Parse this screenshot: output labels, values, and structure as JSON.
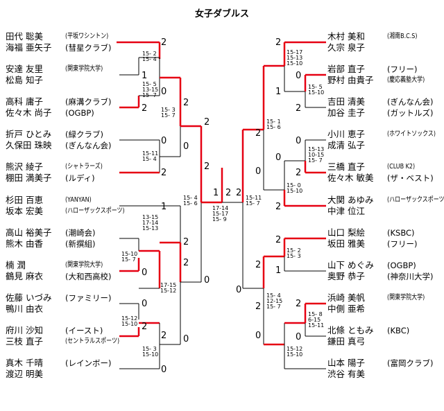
{
  "title": "女子ダブルス",
  "colors": {
    "bracket": "#000000",
    "winner": "#e60012"
  },
  "left_teams": [
    {
      "names": [
        "田代 聡美",
        "海福 亜矢子"
      ],
      "clubs": [
        "(平坂ワシントン)",
        "(彗星クラブ)"
      ]
    },
    {
      "names": [
        "安達 友里",
        "松島 知子"
      ],
      "clubs": [
        "(関東学院大学)",
        ""
      ]
    },
    {
      "names": [
        "高科 庸子",
        "佐々木 尚子"
      ],
      "clubs": [
        "(麻溝クラブ)",
        "(OGBP)"
      ]
    },
    {
      "names": [
        "折戸 ひとみ",
        "久保田 珠映"
      ],
      "clubs": [
        "(緑クラブ)",
        "(ぎんなん会)"
      ]
    },
    {
      "names": [
        "熊沢 綾子",
        "棚田 満美子"
      ],
      "clubs": [
        "(シャトラーズ)",
        "(ルディ)"
      ]
    },
    {
      "names": [
        "杉田 百恵",
        "坂本 宏美"
      ],
      "clubs": [
        "(YANYAN)",
        "(ハローザックスポーツ)"
      ]
    },
    {
      "names": [
        "高山 裕美子",
        "熊木 由香"
      ],
      "clubs": [
        "(潮崎会)",
        "(新撰組)"
      ]
    },
    {
      "names": [
        "楠 潤",
        "鶴見 麻衣"
      ],
      "clubs": [
        "(関東学院大学)",
        "(大和西高校)"
      ]
    },
    {
      "names": [
        "佐藤 いづみ",
        "鴨川 由衣"
      ],
      "clubs": [
        "(ファミリー)",
        ""
      ]
    },
    {
      "names": [
        "府川 沙知",
        "三枝 直子"
      ],
      "clubs": [
        "(イースト)",
        "(セントラルスポーツ)"
      ]
    },
    {
      "names": [
        "真木 千晴",
        "渡辺 明美"
      ],
      "clubs": [
        "(レインボー)",
        ""
      ]
    }
  ],
  "right_teams": [
    {
      "names": [
        "木村 美和",
        "久宗 泉子"
      ],
      "clubs": [
        "(湘南B.C.S)",
        ""
      ]
    },
    {
      "names": [
        "岩部 直子",
        "野村 由貴子"
      ],
      "clubs": [
        "(フリー)",
        "(慶応義塾大学)"
      ]
    },
    {
      "names": [
        "吉田 清美",
        "加谷 圭子"
      ],
      "clubs": [
        "(ぎんなん会)",
        "(ガットルズ)"
      ]
    },
    {
      "names": [
        "小川 恵子",
        "成清 弘子"
      ],
      "clubs": [
        "(ホワイトソックス)",
        ""
      ]
    },
    {
      "names": [
        "三橋 直子",
        "佐々木 敏美"
      ],
      "clubs": [
        "(CLUB K2)",
        "(ザ・ベスト)"
      ]
    },
    {
      "names": [
        "大関 あゆみ",
        "中津 位江"
      ],
      "clubs": [
        "(ハローザックスポーツ)",
        ""
      ]
    },
    {
      "names": [
        "山口 梨絵",
        "坂田 雅美"
      ],
      "clubs": [
        "(KSBC)",
        "(フリー)"
      ]
    },
    {
      "names": [
        "山下 めぐみ",
        "奥野 恭子"
      ],
      "clubs": [
        "(OGBP)",
        "(神奈川大学)"
      ]
    },
    {
      "names": [
        "浜崎 美帆",
        "中側 亜希"
      ],
      "clubs": [
        "(関東学院大学)",
        ""
      ]
    },
    {
      "names": [
        "北條 ともみ",
        "鎌田 真弓"
      ],
      "clubs": [
        "(KBC)",
        ""
      ]
    },
    {
      "names": [
        "山本 陽子",
        "渋谷 有美"
      ],
      "clubs": [
        "(富岡クラブ)",
        ""
      ]
    }
  ],
  "match_scores": {
    "l_r1_a": [
      "2",
      "1"
    ],
    "l_r1_b": [
      "0",
      "2"
    ],
    "l_r1_c": [
      "0",
      "2"
    ],
    "l_r1_d": [
      "1",
      "2"
    ],
    "l_r1_e": [
      "2",
      "0"
    ],
    "l_r1_f": [
      "0",
      "2"
    ],
    "l_r1_g": [
      "0",
      "2"
    ],
    "l_r2_a": [
      "0",
      "2"
    ],
    "l_r2_b": [
      "2",
      "0"
    ],
    "l_r3_a": [
      "2",
      "0"
    ],
    "final": [
      "1",
      "2"
    ],
    "r_r1_a": [
      "2",
      "1"
    ],
    "r_r1_b": [
      "0",
      "2"
    ],
    "r_r1_c": [
      "0",
      "2"
    ],
    "r_r1_d": [
      "2",
      "0"
    ],
    "r_r1_e": [
      "0",
      "2"
    ],
    "r_r1_f": [
      "2",
      "1"
    ],
    "r_r1_g": [
      "0",
      ""
    ],
    "r_r2_a": [
      "2",
      "2"
    ],
    "r_r2_b": [
      "2",
      "0"
    ],
    "r_r3_a": [
      "2",
      "0"
    ]
  },
  "game_scores": {
    "l1": [
      "15- 2",
      "15- 4"
    ],
    "l2": [
      "15- 5",
      "13-15",
      "15- 7"
    ],
    "l3": [
      "15- 3",
      "15- 7"
    ],
    "l4": [
      "15-11",
      "15- 4"
    ],
    "l5": [
      "15- 4",
      "15- 6"
    ],
    "l6": [
      "13-15",
      "17-14",
      "15-13"
    ],
    "l7": [
      "15-10",
      "15- 7"
    ],
    "l8": [
      "17-15",
      "15-12"
    ],
    "l9": [
      "15-12",
      "15-10"
    ],
    "l10": [
      "15- 3",
      "15-10"
    ],
    "f1": [
      "17-14",
      "15-17",
      "15- 9"
    ],
    "r1": [
      "15-17",
      "15-13",
      "15-10"
    ],
    "r2": [
      "15- 5",
      "15-10"
    ],
    "r3": [
      "15- 1",
      "15- 6"
    ],
    "r4": [
      "15-13",
      "10-15",
      "15- 7"
    ],
    "r5": [
      "15- 0",
      "15-10"
    ],
    "r6": [
      "15-11",
      "15- 7"
    ],
    "r7": [
      "15- 2",
      "15- 3"
    ],
    "r8": [
      "15- 4",
      "12-15",
      "15- 7"
    ],
    "r9": [
      "15- 8",
      "6-15",
      "15-11"
    ],
    "r10": [
      "15-12",
      "15-10"
    ]
  }
}
